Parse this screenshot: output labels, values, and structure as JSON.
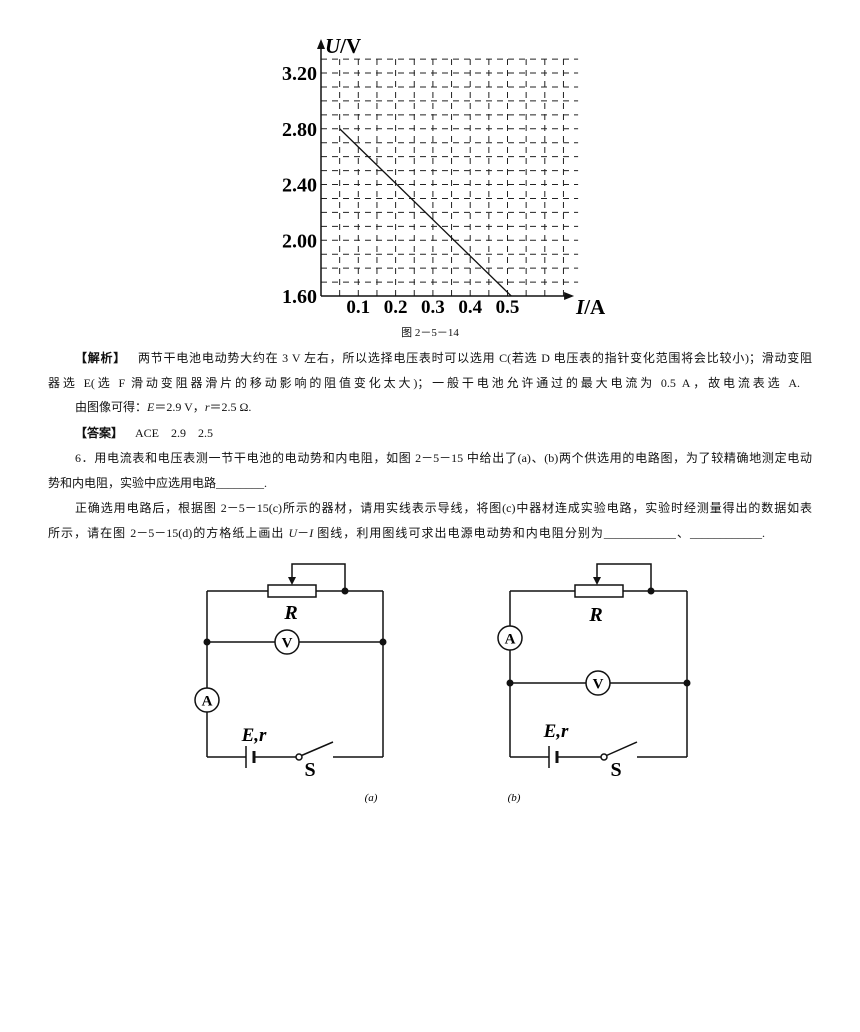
{
  "chart_data": {
    "type": "line",
    "xlabel": "I/A",
    "ylabel": "U/V",
    "xlim": [
      0,
      0.7
    ],
    "ylim": [
      1.6,
      3.3
    ],
    "x_ticks": [
      "0.1",
      "0.2",
      "0.3",
      "0.4",
      "0.5"
    ],
    "y_ticks": [
      "1.60",
      "2.00",
      "2.40",
      "2.80",
      "3.20"
    ],
    "grid": {
      "on": true,
      "style": "dashed",
      "x_step": 0.05,
      "y_step": 0.1
    },
    "series": [
      {
        "x": [
          0.05,
          0.51
        ],
        "y": [
          2.8,
          1.6
        ],
        "color": "#111111"
      }
    ]
  },
  "figure_2_5_14": {
    "caption": "图 2－5－14"
  },
  "analysis": {
    "label": "【解析】",
    "line1": "两节干电池电动势大约在 3 V 左右，所以选择电压表时可以选用 C(若选 D 电压表的指针变化范围将会比较小)；滑动变阻",
    "line2": "器选 E(选 F 滑动变阻器滑片的移动影响的阻值变化太大)；一般干电池允许通过的最大电流为 0.5 A，故电流表选 A.",
    "result": {
      "prefix": "由图像可得：",
      "e_symbol": "E",
      "e_value": "＝2.9 V，",
      "r_symbol": "r",
      "r_value": "＝2.5 Ω."
    }
  },
  "answer": {
    "label": "【答案】",
    "value": "ACE　2.9　2.5"
  },
  "question6": {
    "line1": "6．用电流表和电压表测一节干电池的电动势和内电阻，如图 2－5－15 中给出了(a)、(b)两个供选用的电路图，为了较精确地测定电动",
    "line2": "势和内电阻，实验中应选用电路________.",
    "line3": "正确选用电路后，根据图 2－5－15(c)所示的器材，请用实线表示导线，将图(c)中器材连成实验电路，实验时经测量得出的数据如表",
    "line4": {
      "part1": "所示，请在图 2－5－15(d)的方格纸上画出 ",
      "u_symbol": "U",
      "dash": "－",
      "i_symbol": "I",
      "part2": " 图线，利用图线可求出电源电动势和内电阻分别为____________、____________."
    }
  },
  "circuits": {
    "a": {
      "caption": "(a)",
      "rheostat_label": "R",
      "voltmeter_label": "V",
      "ammeter_label": "A",
      "source_label": "E,r",
      "switch_label": "S"
    },
    "b": {
      "caption": "(b)",
      "rheostat_label": "R",
      "voltmeter_label": "V",
      "ammeter_label": "A",
      "source_label": "E,r",
      "switch_label": "S"
    }
  }
}
